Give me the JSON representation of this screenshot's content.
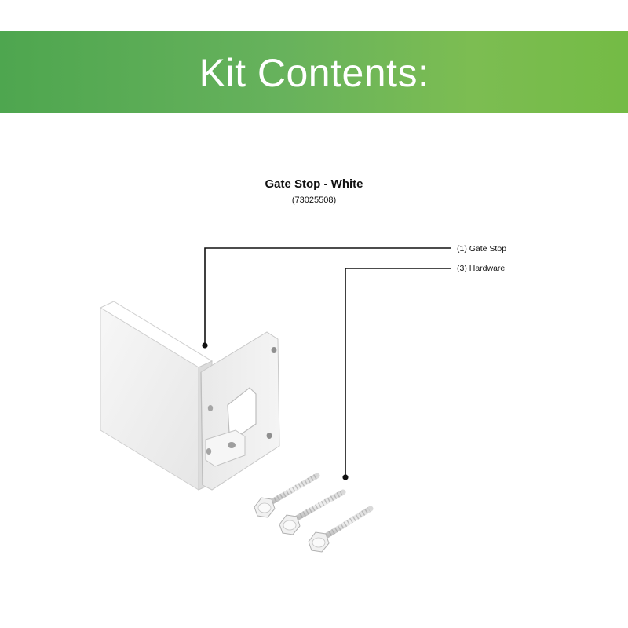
{
  "header": {
    "title": "Kit Contents:"
  },
  "product": {
    "name": "Gate Stop - White",
    "sku": "(73025508)"
  },
  "callouts": [
    {
      "label": "(1) Gate Stop"
    },
    {
      "label": "(3) Hardware"
    }
  ],
  "colors": {
    "banner_start": "#4ea64f",
    "banner_end": "#74bb45",
    "banner_text": "#ffffff",
    "part_fill": "#f2f2f2",
    "callout_line": "#111111"
  },
  "icons": {
    "gate_stop": "gate-stop-bracket-illustration",
    "hardware": "self-drilling-screw-illustration"
  }
}
